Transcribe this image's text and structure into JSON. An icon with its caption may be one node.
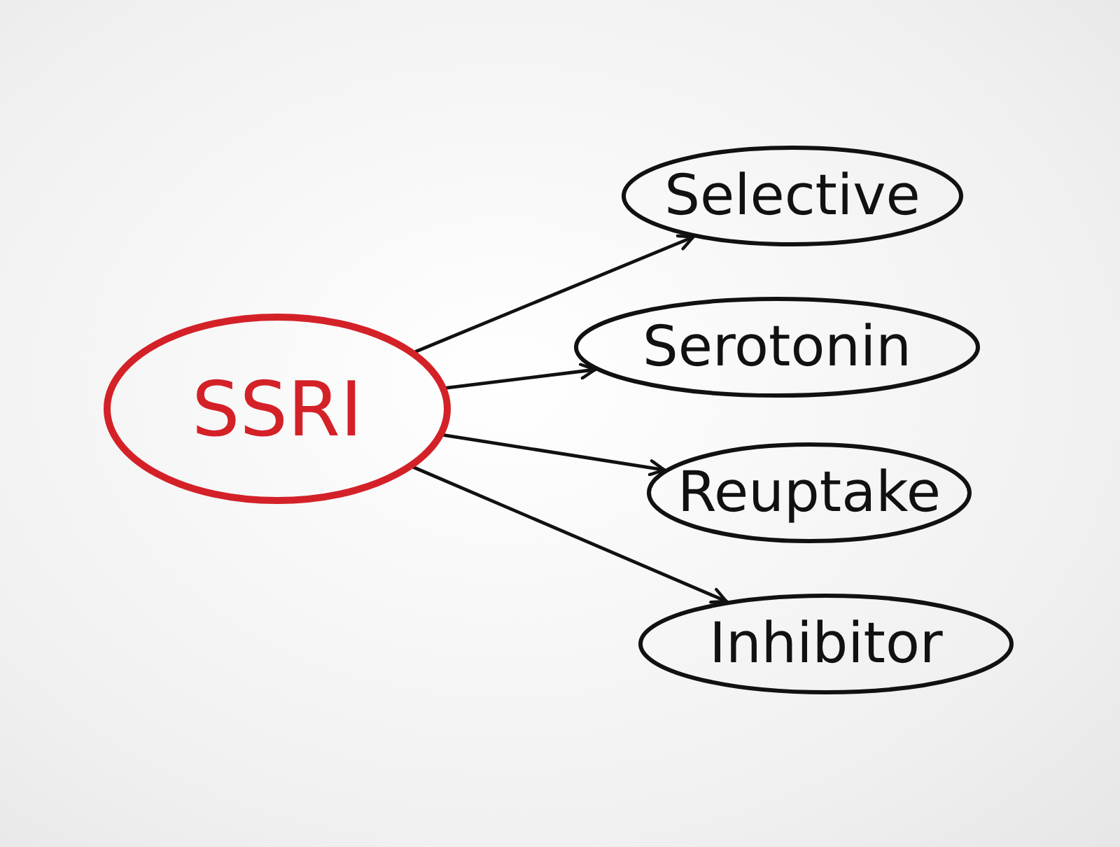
{
  "diagram": {
    "nodes": [
      {
        "text": [
          "SSRI"
        ]
      },
      {
        "text": [
          "Selective"
        ]
      },
      {
        "text": [
          "Serotonin"
        ]
      },
      {
        "text": [
          "Reuptake"
        ]
      },
      {
        "text": [
          "Inhibitor"
        ]
      }
    ],
    "edges": [
      {
        "from": 0,
        "to": 1,
        "arrow": "to"
      },
      {
        "from": 0,
        "to": 2,
        "arrow": "to"
      },
      {
        "from": 0,
        "to": 3,
        "arrow": "to"
      },
      {
        "from": 0,
        "to": 4,
        "arrow": "to"
      }
    ]
  }
}
